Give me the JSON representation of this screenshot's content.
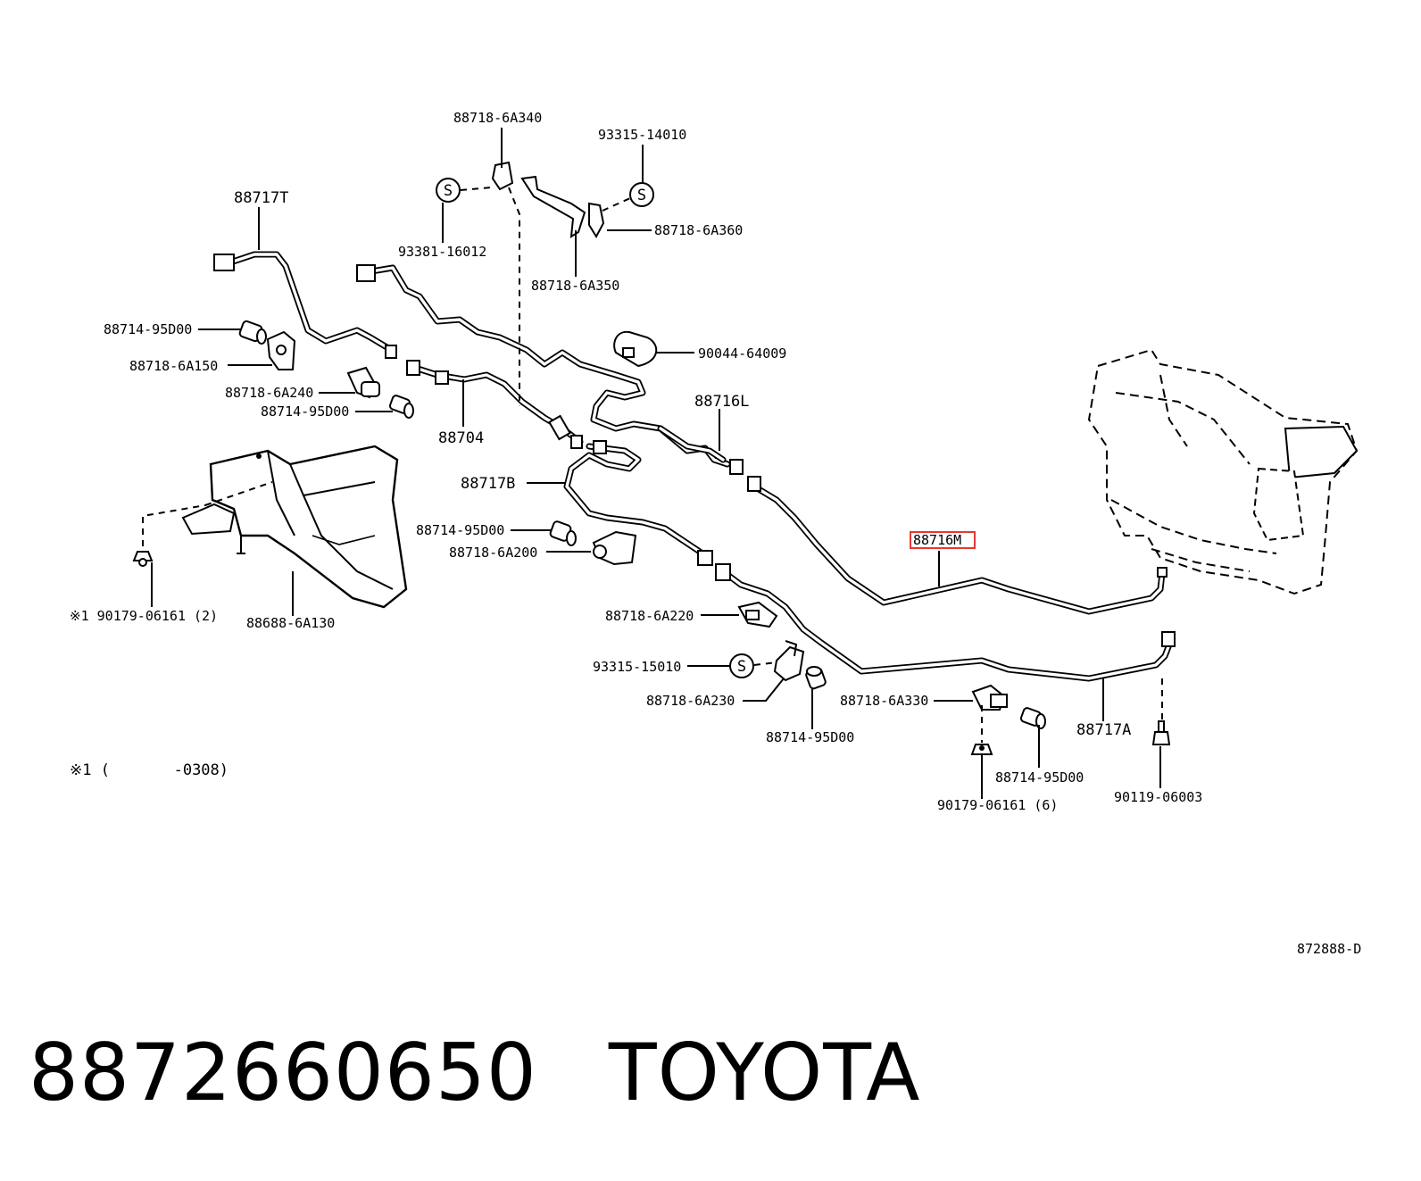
{
  "diagram": {
    "ref_code": "872888-D",
    "note": "※1 (       -0308)",
    "highlight_color": "#e53935",
    "s_symbol": "S",
    "labels": {
      "p88718_6A340": "88718-6A340",
      "p93315_14010": "93315-14010",
      "p88718_6A360": "88718-6A360",
      "p88718_6A350": "88718-6A350",
      "p93381_16012": "93381-16012",
      "p88717T": "88717T",
      "p88714_95D00_a": "88714-95D00",
      "p88718_6A150": "88718-6A150",
      "p88718_6A240": "88718-6A240",
      "p88714_95D00_b": "88714-95D00",
      "p88704": "88704",
      "p90044_64009": "90044-64009",
      "p88716L": "88716L",
      "p88717B": "88717B",
      "p88714_95D00_c": "88714-95D00",
      "p88718_6A200": "88718-6A200",
      "p88716M": "88716M",
      "p88718_6A220": "88718-6A220",
      "p93315_15010": "93315-15010",
      "p88718_6A230": "88718-6A230",
      "p88714_95D00_d": "88714-95D00",
      "p88718_6A330": "88718-6A330",
      "p88717A": "88717A",
      "p88714_95D00_e": "88714-95D00",
      "p90179_06161_6": "90179-06161 (6)",
      "p90119_06003": "90119-06003",
      "p90179_06161_2": "※1 90179-06161 (2)",
      "p88688_6A130": "88688-6A130"
    }
  },
  "footer": {
    "part_number": "8872660650",
    "brand": "TOYOTA"
  }
}
